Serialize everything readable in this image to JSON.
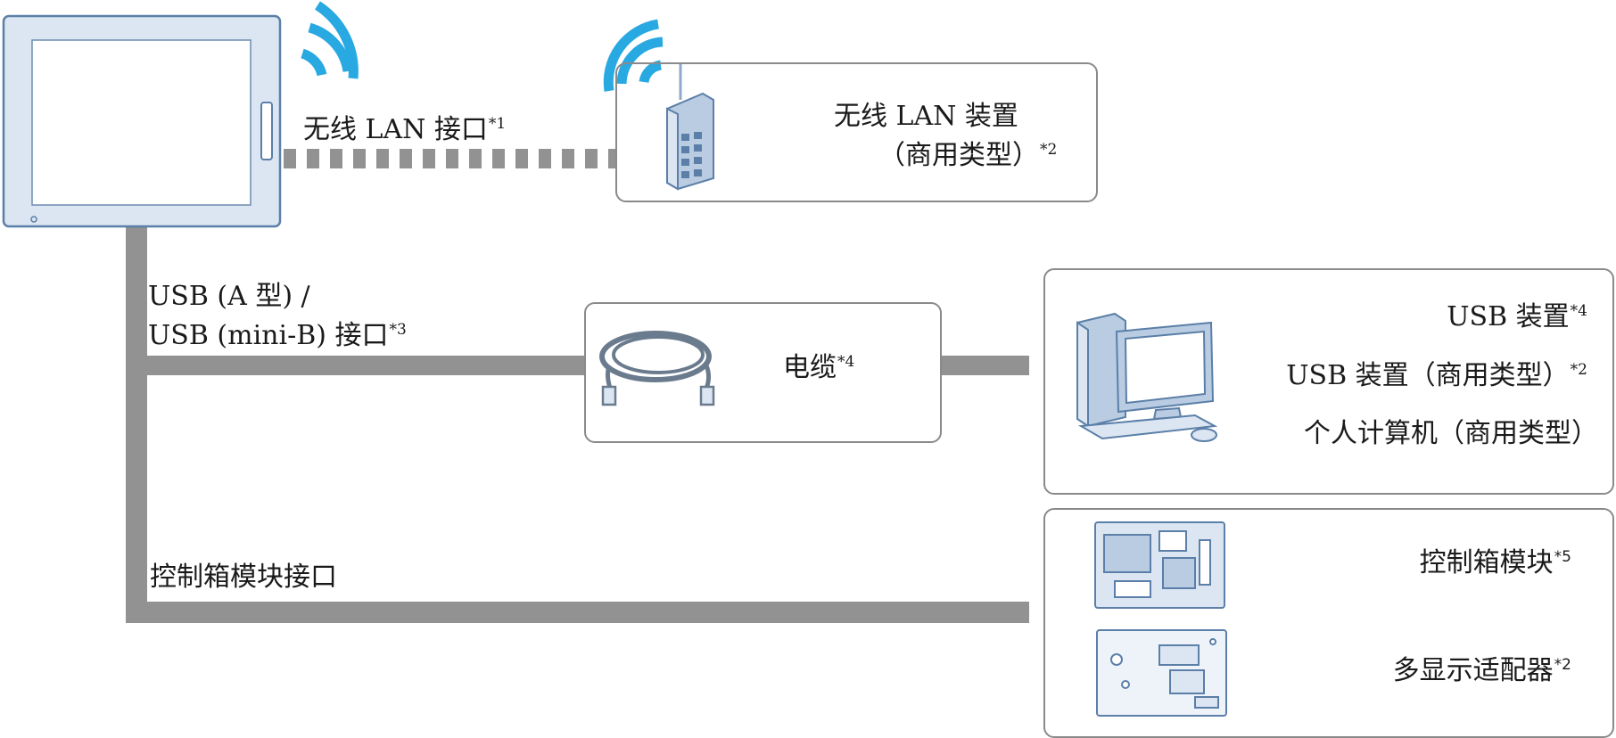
{
  "labels": {
    "wlan_interface": "无线 LAN 接口",
    "wlan_interface_note": "*1",
    "wlan_device_line1": "无线 LAN 装置",
    "wlan_device_line2": "（商用类型）",
    "wlan_device_note": "*2",
    "usb_interface_line1": "USB (A 型) /",
    "usb_interface_line2": "USB (mini-B) 接口",
    "usb_interface_note": "*3",
    "cable": "电缆",
    "cable_note": "*4",
    "usb_device": "USB 装置",
    "usb_device_note": "*4",
    "usb_device_commercial": "USB 装置（商用类型）",
    "usb_device_commercial_note": "*2",
    "pc_commercial": "个人计算机（商用类型）",
    "control_box_interface": "控制箱模块接口",
    "control_box": "控制箱模块",
    "control_box_note": "*5",
    "multi_display_adapter": "多显示适配器",
    "multi_display_adapter_note": "*2"
  },
  "colors": {
    "line": "#929292",
    "box_border": "#8a8a8a",
    "device_fill": "#dbe6f2",
    "device_stroke": "#5b7fa8",
    "wifi": "#29a9e1"
  },
  "icons": [
    "wifi-signal-icon",
    "wireless-router-icon",
    "usb-cable-icon",
    "desktop-pc-icon",
    "control-box-module-icon",
    "multi-display-adapter-icon"
  ]
}
